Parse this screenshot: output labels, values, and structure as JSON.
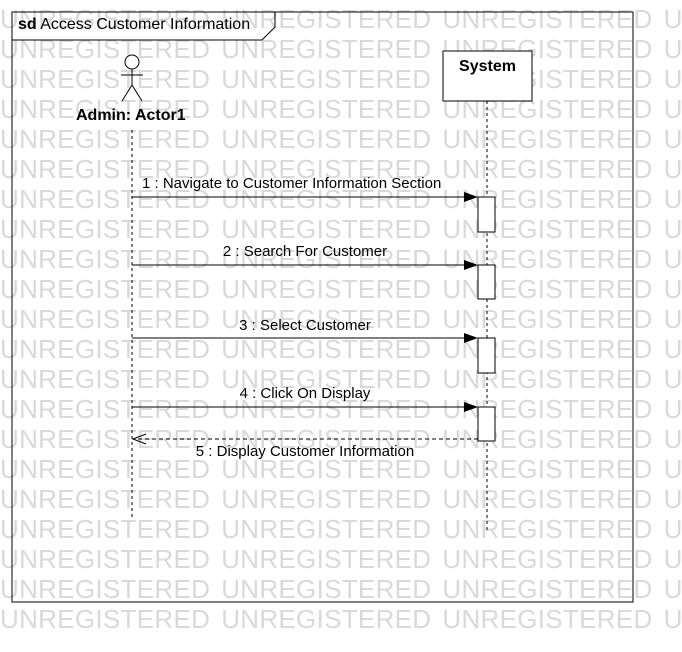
{
  "watermark": {
    "text": "UNREGISTERED"
  },
  "frame": {
    "keyword": "sd",
    "title": "Access Customer Information"
  },
  "lifelines": {
    "actor": {
      "name": "Admin: Actor1",
      "icon": "stick-figure-icon"
    },
    "system": {
      "name": "System"
    }
  },
  "messages": [
    {
      "label": "1 : Navigate to Customer Information Section",
      "kind": "synchronous"
    },
    {
      "label": "2 : Search For Customer",
      "kind": "synchronous"
    },
    {
      "label": "3 : Select Customer",
      "kind": "synchronous"
    },
    {
      "label": "4 : Click On Display",
      "kind": "synchronous"
    },
    {
      "label": "5 : Display Customer Information",
      "kind": "return"
    }
  ]
}
